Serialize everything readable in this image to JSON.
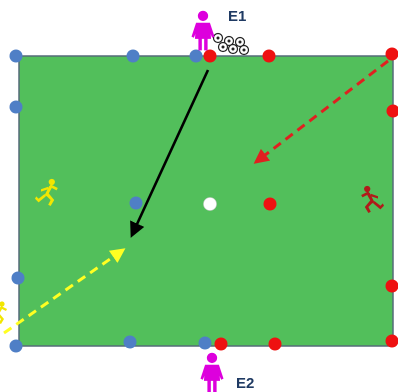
{
  "colors": {
    "field": "#52bf5b",
    "field_border": "#546a78",
    "blue_cone": "#4f7fc6",
    "red_cone": "#ee1111",
    "ball": "#ffffff",
    "coach": "#dd00dd",
    "label": "#1f3a63",
    "arrow_black": "#000000",
    "arrow_red": "#e02020",
    "arrow_yellow": "#ffff22",
    "player_yellow": "#f2e600",
    "player_red": "#b01a1a"
  },
  "coaches": {
    "top": {
      "label": "E1",
      "icon": "coach-figure-icon"
    },
    "bottom": {
      "label": "E2",
      "icon": "coach-figure-icon"
    }
  },
  "players": {
    "left": {
      "icon": "running-player-icon",
      "team": "yellow"
    },
    "right": {
      "icon": "running-player-icon",
      "team": "red"
    }
  },
  "balls_pile_icon": "soccer-balls-icon",
  "arrows": {
    "black": {
      "style": "solid"
    },
    "red": {
      "style": "dashed"
    },
    "yellow": {
      "style": "dashed"
    }
  }
}
